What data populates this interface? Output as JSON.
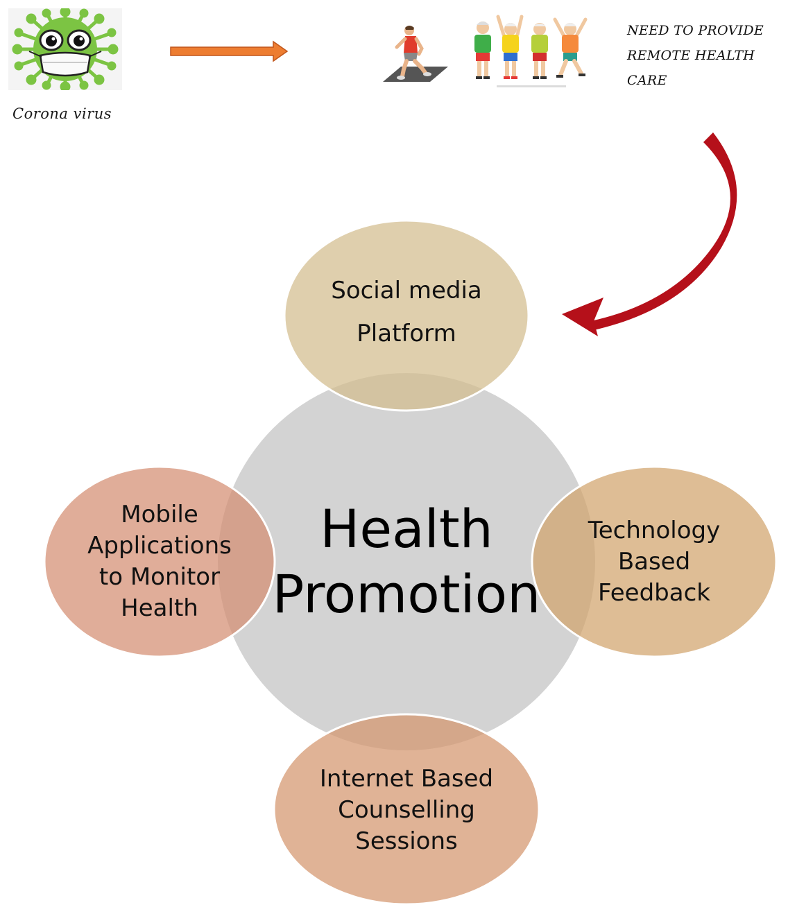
{
  "intro": {
    "virus_caption": "Corona virus",
    "need_lines": [
      "NEED TO PROVIDE",
      "REMOTE HEALTH",
      "CARE"
    ]
  },
  "diagram": {
    "center": {
      "lines": [
        "Health",
        "Promotion"
      ],
      "color": "#d3d3d3"
    },
    "nodes": {
      "top": {
        "lines": [
          "Social media",
          "Platform"
        ],
        "color": "#d2bd8e"
      },
      "right": {
        "lines": [
          "Technology",
          "Based",
          "Feedback"
        ],
        "color": "#d1a46c"
      },
      "bottom": {
        "lines": [
          "Internet Based",
          "Counselling",
          "Sessions"
        ],
        "color": "#d4956e"
      },
      "left": {
        "lines": [
          "Mobile",
          "Applications",
          "to Monitor",
          "Health"
        ],
        "color": "#d48d72"
      }
    }
  },
  "colors": {
    "orange_arrow": "#ed7d31",
    "red_arrow": "#b5101a",
    "virus_green": "#7cc443"
  }
}
